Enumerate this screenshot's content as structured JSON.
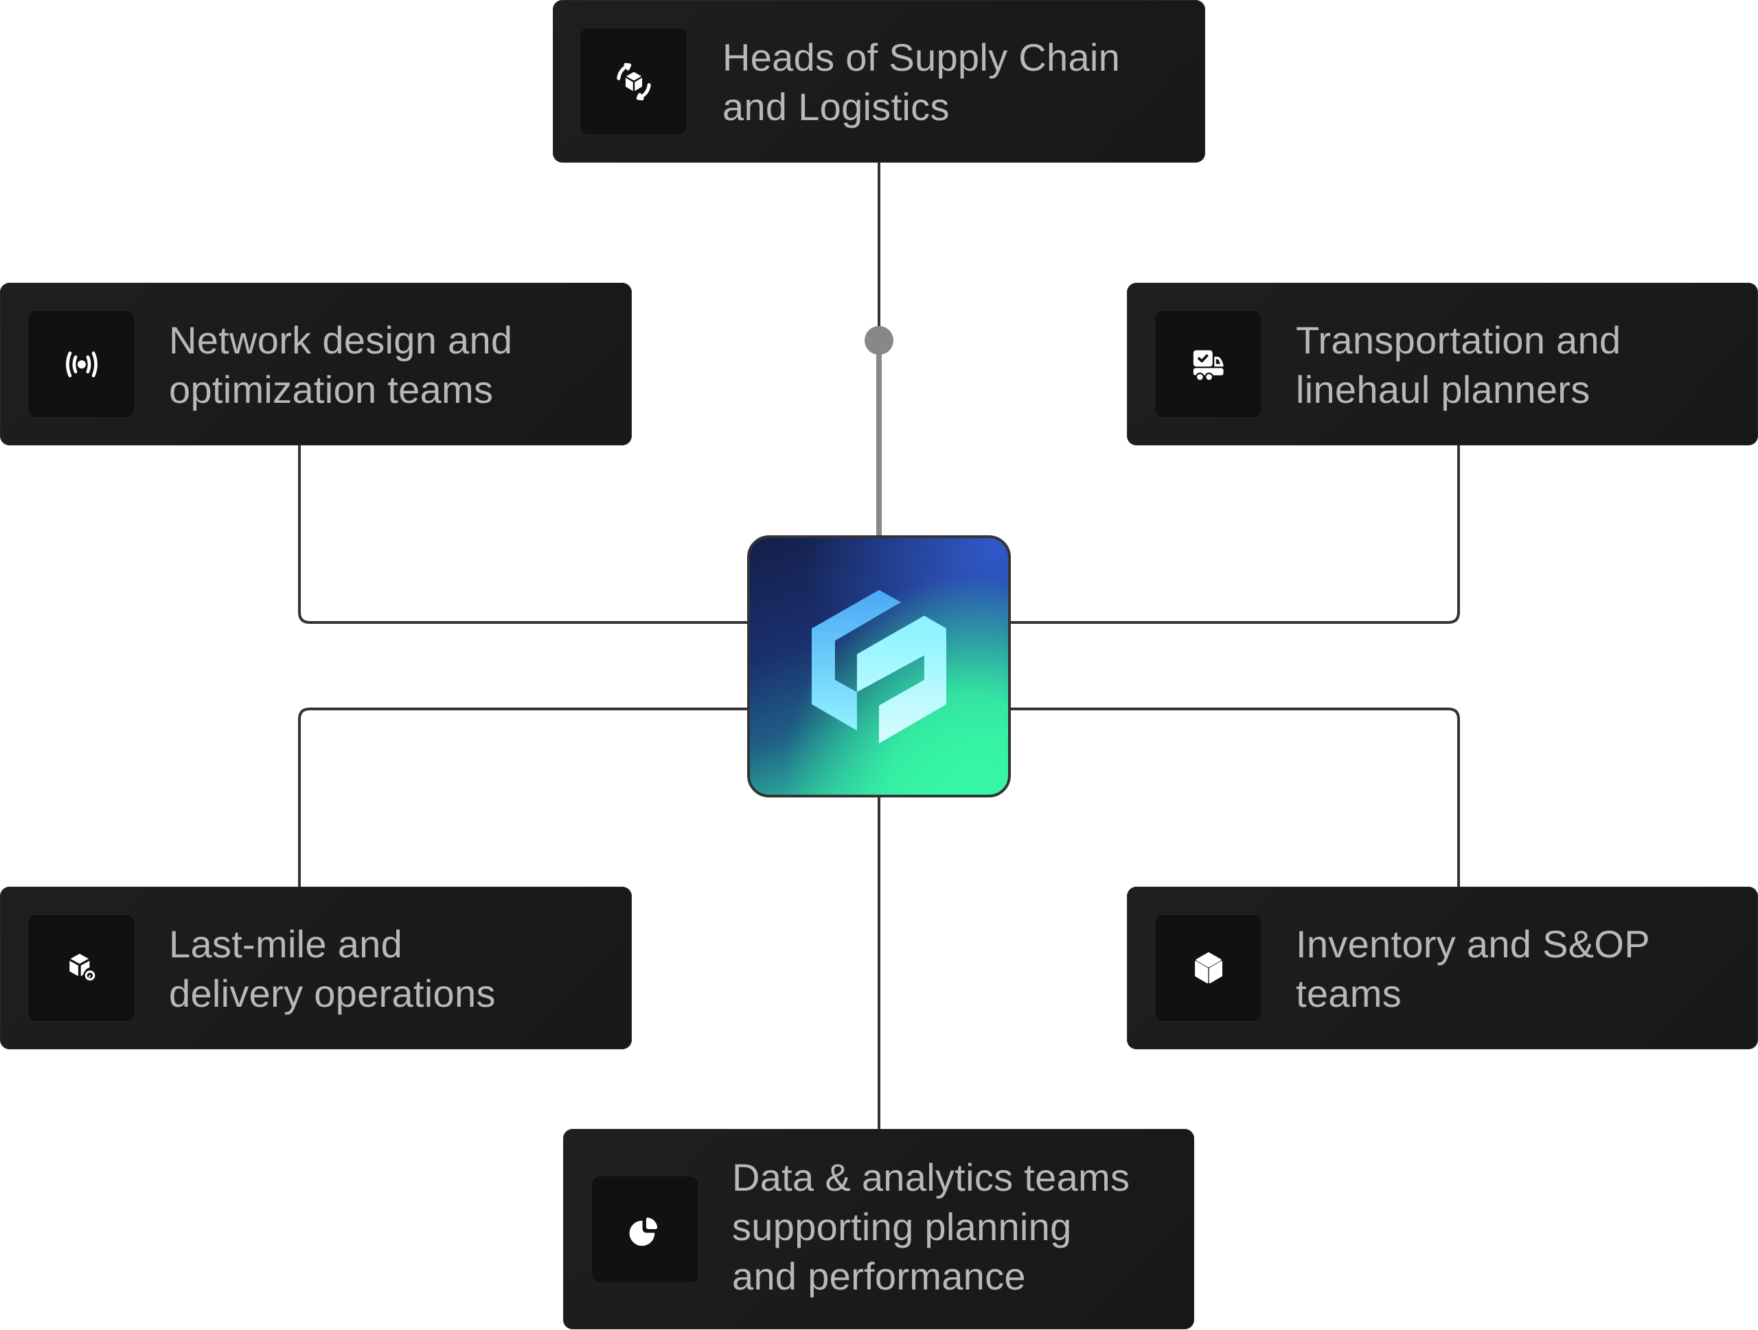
{
  "diagram": {
    "title": "Stakeholder map",
    "hub": {
      "name": "Platform logo",
      "icon": "hexagon-logo-icon"
    },
    "colors": {
      "card_background": "#1b1b1b",
      "icon_background": "#111111",
      "label_text": "#b8b8b8",
      "connector": "#333333",
      "connector_active": "#888888",
      "hub_gradient_start": "#14204a",
      "hub_gradient_mid": "#3059c9",
      "hub_gradient_end": "#36f7a4"
    },
    "nodes": [
      {
        "id": "top",
        "icon": "rotating-box-icon",
        "lines": [
          "Heads of Supply Chain",
          "and Logistics"
        ]
      },
      {
        "id": "top-left",
        "icon": "broadcast-signal-icon",
        "lines": [
          "Network design and",
          "optimization teams"
        ]
      },
      {
        "id": "top-right",
        "icon": "delivery-truck-check-icon",
        "lines": [
          "Transportation and",
          "linehaul planners"
        ]
      },
      {
        "id": "bottom-left",
        "icon": "box-clock-icon",
        "lines": [
          "Last-mile and",
          "delivery operations"
        ]
      },
      {
        "id": "bottom-right",
        "icon": "cube-icon",
        "lines": [
          "Inventory and S&OP",
          "teams"
        ]
      },
      {
        "id": "bottom",
        "icon": "pie-chart-icon",
        "lines": [
          "Data & analytics teams",
          "supporting planning",
          "and performance"
        ]
      }
    ]
  }
}
